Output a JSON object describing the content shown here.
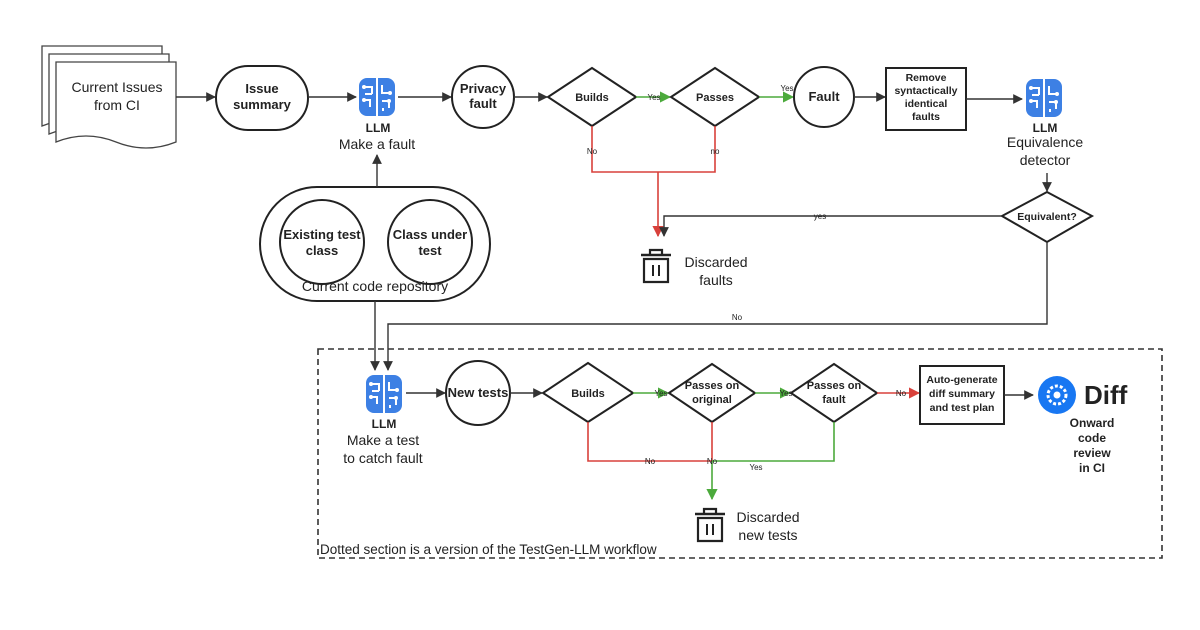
{
  "top": {
    "ci_doc": [
      "Current Issues",
      "from CI"
    ],
    "issue_summary": [
      "Issue",
      "summary"
    ],
    "llm1_label": "LLM",
    "llm1_caption": "Make a fault",
    "privacy_fault": [
      "Privacy",
      "fault"
    ],
    "builds": "Builds",
    "yes_builds_passes": "Yes",
    "passes": "Passes",
    "yes_passes_fault": "Yes",
    "fault": "Fault",
    "remove": [
      "Remove",
      "syntactically",
      "identical",
      "faults"
    ],
    "llm2_label": "LLM",
    "llm2_caption": [
      "Equivalence",
      "detector"
    ],
    "no_builds": "No",
    "no_passes": "no",
    "equivalent": "Equivalent?",
    "yes_equivalent": "yes",
    "discarded_faults": [
      "Discarded",
      "faults"
    ],
    "no_equivalent": "No"
  },
  "repo": {
    "existing_test": [
      "Existing test",
      "class"
    ],
    "class_under_test": [
      "Class under",
      "test"
    ],
    "caption": "Current code repository"
  },
  "bottom": {
    "llm_label": "LLM",
    "llm_caption": [
      "Make a test",
      "to catch fault"
    ],
    "new_tests": "New tests",
    "builds": "Builds",
    "yes_builds": "Yes",
    "passes_original": [
      "Passes on",
      "original"
    ],
    "yes_original": "Yes",
    "passes_fault": [
      "Passes on",
      "fault"
    ],
    "no_fault": "No",
    "autogen": [
      "Auto-generate",
      "diff summary",
      "and test plan"
    ],
    "diff_logo": "Diff",
    "onward": [
      "Onward",
      "code",
      "review",
      "in CI"
    ],
    "no_builds": "No",
    "no_original": "No",
    "yes_fault": "Yes",
    "discarded_tests": [
      "Discarded",
      "new tests"
    ],
    "dotted_note": "Dotted section is a version of the TestGen-LLM workflow"
  },
  "colors": {
    "brain_blue": "#3d80e4",
    "brain_dark": "#2a6acb",
    "red_path": "#d8413b",
    "green_path": "#4caa3c",
    "diff_blue": "#1877f2"
  },
  "icons": [
    "brain-icon",
    "trash-icon",
    "gear-icon",
    "document-stack-icon"
  ]
}
